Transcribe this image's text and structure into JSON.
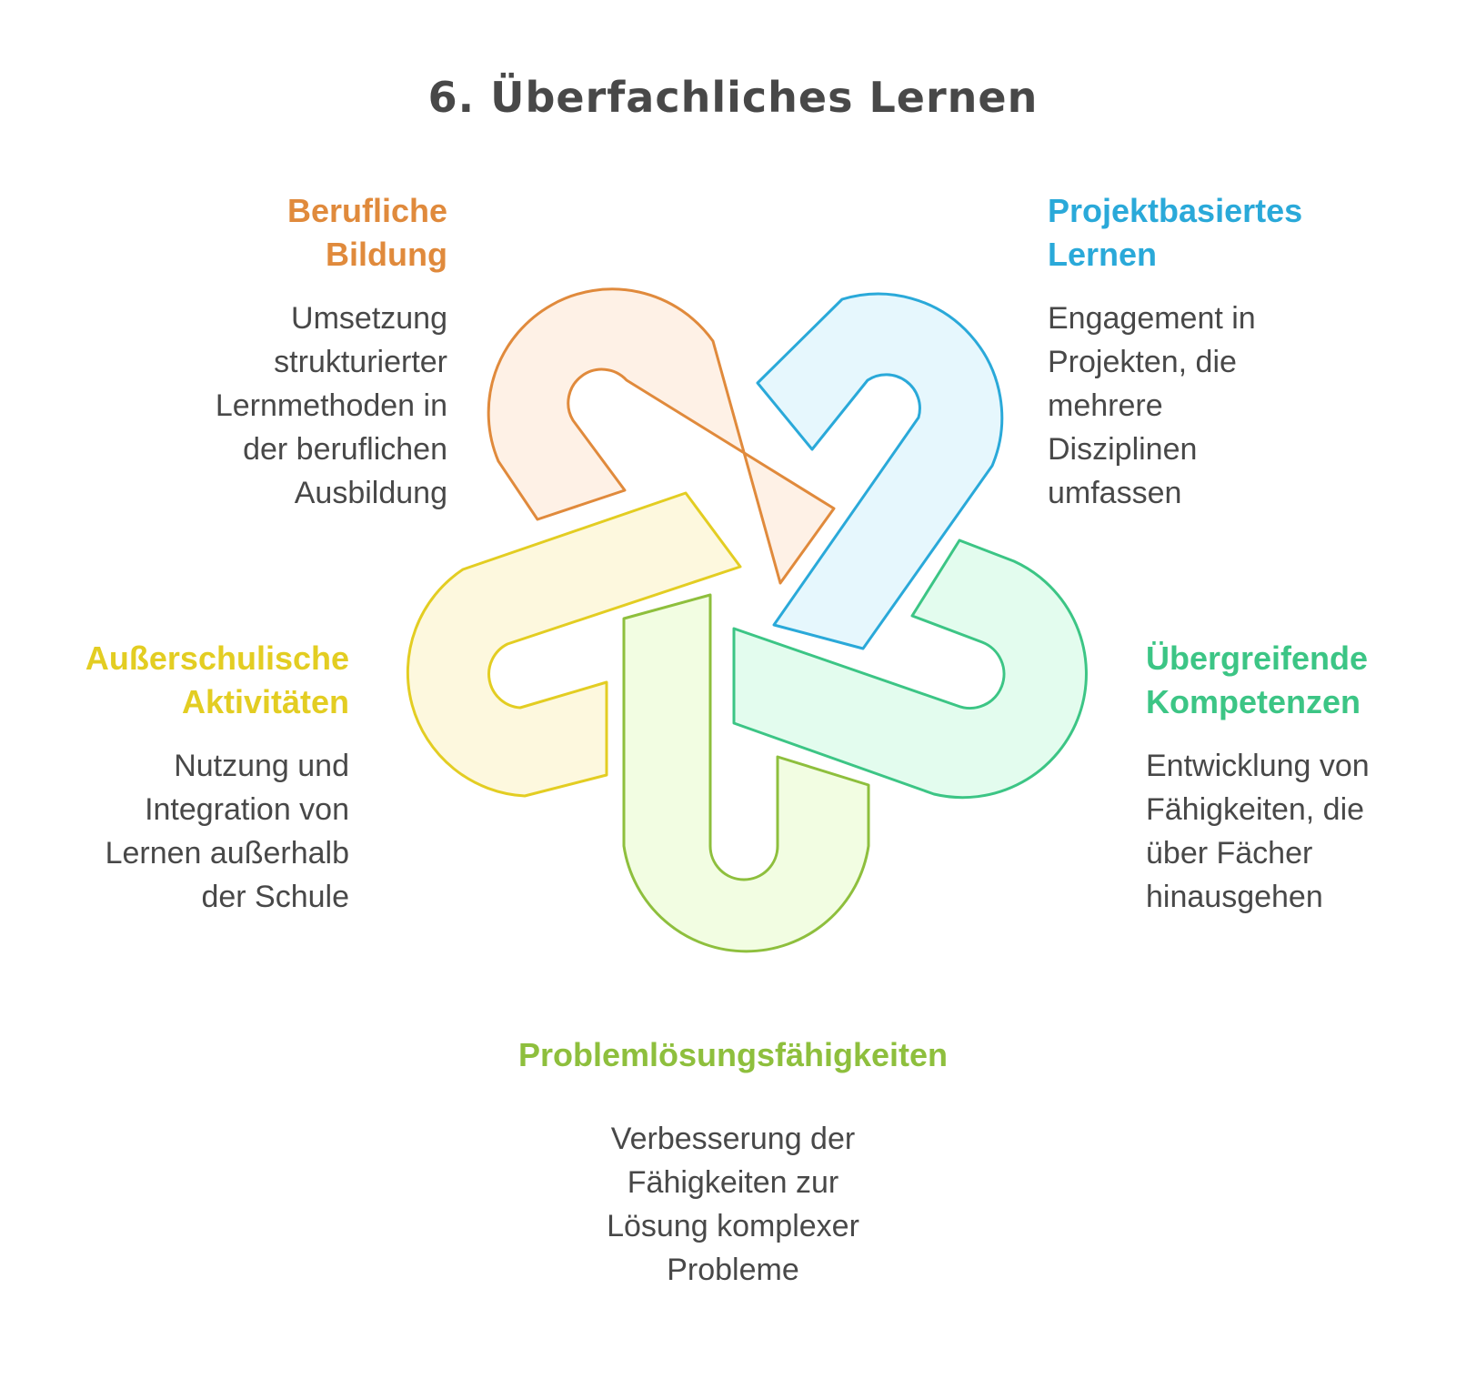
{
  "title": "6. Überfachliches Lernen",
  "items": [
    {
      "heading": [
        "Berufliche",
        "Bildung"
      ],
      "body": [
        "Umsetzung",
        "strukturierter",
        "Lernmethoden in",
        "der beruflichen",
        "Ausbildung"
      ],
      "stroke": "#e08a3c",
      "fill": "#fef1e6"
    },
    {
      "heading": [
        "Projektbasiertes",
        "Lernen"
      ],
      "body": [
        "Engagement in",
        "Projekten, die",
        "mehrere",
        "Disziplinen",
        "umfassen"
      ],
      "stroke": "#2aa9d9",
      "fill": "#e6f7fd"
    },
    {
      "heading": [
        "Übergreifende",
        "Kompetenzen"
      ],
      "body": [
        "Entwicklung von",
        "Fähigkeiten, die",
        "über Fächer",
        "hinausgehen"
      ],
      "stroke": "#3cc585",
      "fill": "#e3fcee"
    },
    {
      "heading": [
        "Problemlösungsfähigkeiten"
      ],
      "body": [
        "Verbesserung der",
        "Fähigkeiten zur",
        "Lösung komplexer",
        "Probleme"
      ],
      "stroke": "#8ebf3d",
      "fill": "#f2fde2"
    },
    {
      "heading": [
        "Außerschulische",
        "Aktivitäten"
      ],
      "body": [
        "Nutzung und",
        "Integration von",
        "Lernen außerhalb",
        "der Schule"
      ],
      "stroke": "#e3cd22",
      "fill": "#fdf8de"
    }
  ]
}
